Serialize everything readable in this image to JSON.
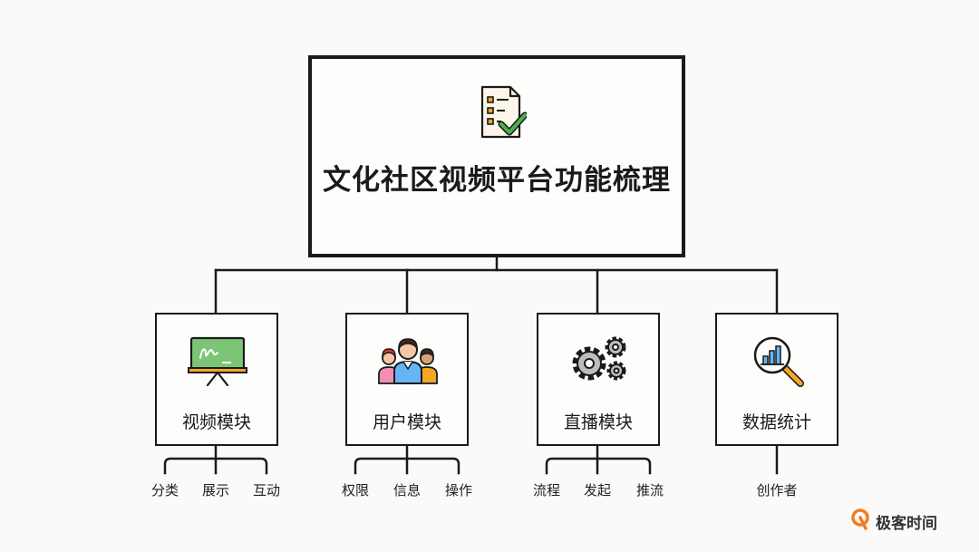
{
  "diagram": {
    "root": {
      "title": "文化社区视频平台功能梳理",
      "icon": "checklist-icon"
    },
    "modules": [
      {
        "label": "视频模块",
        "icon": "chalkboard-icon",
        "leaves": [
          "分类",
          "展示",
          "互动"
        ]
      },
      {
        "label": "用户模块",
        "icon": "users-group-icon",
        "leaves": [
          "权限",
          "信息",
          "操作"
        ]
      },
      {
        "label": "直播模块",
        "icon": "gears-icon",
        "leaves": [
          "流程",
          "发起",
          "推流"
        ]
      },
      {
        "label": "数据统计",
        "icon": "chart-magnifier-icon",
        "leaves": [
          "创作者"
        ]
      }
    ]
  },
  "brand": {
    "name": "极客时间",
    "icon": "geektime-logo-icon"
  },
  "colors": {
    "line": "#1a1a1a",
    "accent_green": "#4caf50",
    "accent_orange": "#f5a623",
    "board_green": "#7cc576",
    "brand_orange": "#f47b20"
  }
}
